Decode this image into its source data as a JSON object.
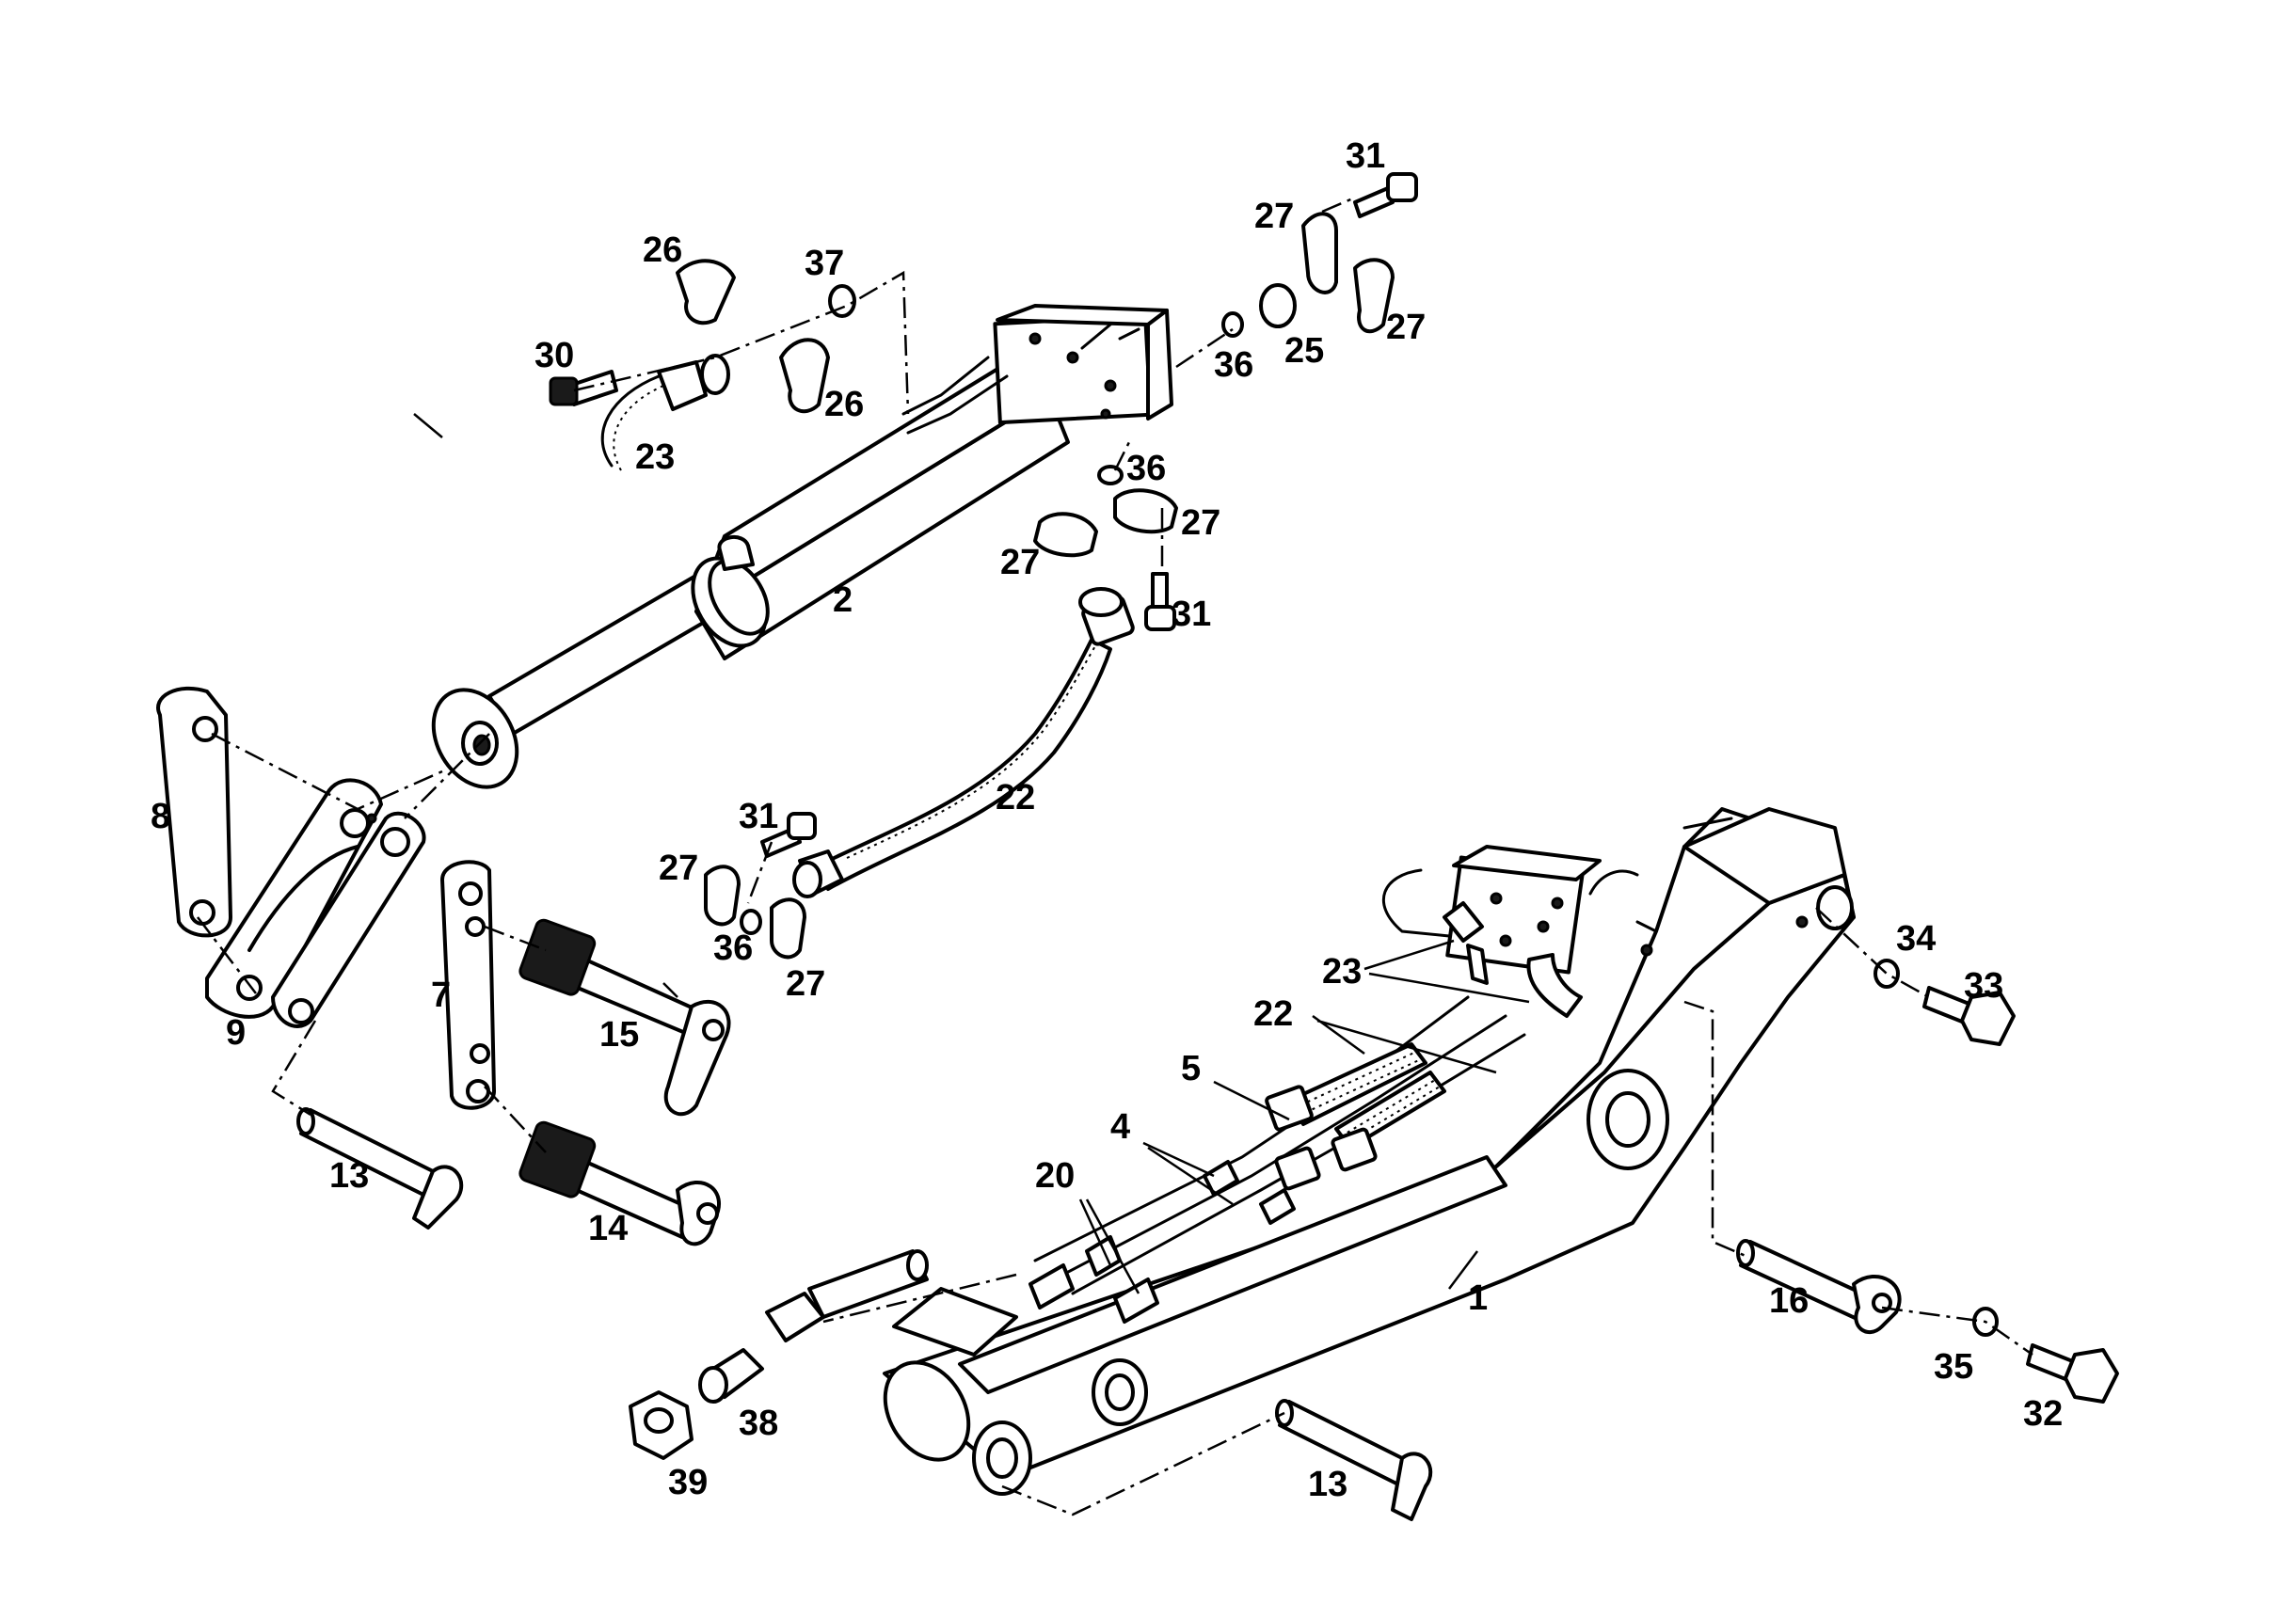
{
  "labels": [
    {
      "id": "1",
      "text": "1"
    },
    {
      "id": "2",
      "text": "2"
    },
    {
      "id": "4",
      "text": "4"
    },
    {
      "id": "5",
      "text": "5"
    },
    {
      "id": "7",
      "text": "7"
    },
    {
      "id": "8",
      "text": "8"
    },
    {
      "id": "9",
      "text": "9"
    },
    {
      "id": "13a",
      "text": "13"
    },
    {
      "id": "13b",
      "text": "13"
    },
    {
      "id": "14",
      "text": "14"
    },
    {
      "id": "15",
      "text": "15"
    },
    {
      "id": "16",
      "text": "16"
    },
    {
      "id": "20",
      "text": "20"
    },
    {
      "id": "22a",
      "text": "22"
    },
    {
      "id": "22b",
      "text": "22"
    },
    {
      "id": "23a",
      "text": "23"
    },
    {
      "id": "23b",
      "text": "23"
    },
    {
      "id": "25",
      "text": "25"
    },
    {
      "id": "26a",
      "text": "26"
    },
    {
      "id": "26b",
      "text": "26"
    },
    {
      "id": "27a",
      "text": "27"
    },
    {
      "id": "27b",
      "text": "27"
    },
    {
      "id": "27c",
      "text": "27"
    },
    {
      "id": "27d",
      "text": "27"
    },
    {
      "id": "27e",
      "text": "27"
    },
    {
      "id": "27f",
      "text": "27"
    },
    {
      "id": "30",
      "text": "30"
    },
    {
      "id": "31a",
      "text": "31"
    },
    {
      "id": "31b",
      "text": "31"
    },
    {
      "id": "31c",
      "text": "31"
    },
    {
      "id": "32",
      "text": "32"
    },
    {
      "id": "33",
      "text": "33"
    },
    {
      "id": "34",
      "text": "34"
    },
    {
      "id": "35",
      "text": "35"
    },
    {
      "id": "36a",
      "text": "36"
    },
    {
      "id": "36b",
      "text": "36"
    },
    {
      "id": "36c",
      "text": "36"
    },
    {
      "id": "37",
      "text": "37"
    },
    {
      "id": "38",
      "text": "38"
    },
    {
      "id": "39",
      "text": "39"
    }
  ]
}
